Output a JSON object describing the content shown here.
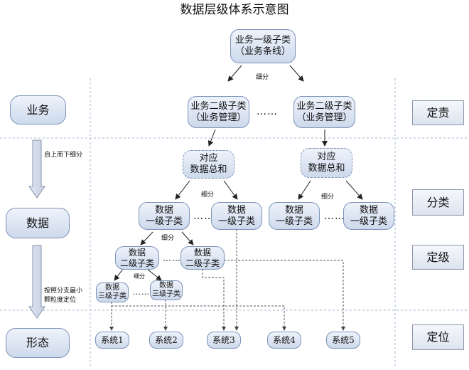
{
  "title": "数据层级体系示意图",
  "left_labels": {
    "business": "业务",
    "data": "数据",
    "form": "形态"
  },
  "left_annotations": {
    "top_down": "自上而下细分",
    "branch_line1": "按照分支最小",
    "branch_line2": "颗粒度定位"
  },
  "right_labels": {
    "duty": "定责",
    "classify": "分类",
    "grade": "定级",
    "locate": "定位"
  },
  "business_l1": {
    "line1": "业务一级子类",
    "line2": "（业务条线）"
  },
  "business_l2_left": {
    "line1": "业务二级子类",
    "line2": "（业务管理）"
  },
  "business_l2_right": {
    "line1": "业务二级子类",
    "line2": "（业务管理）"
  },
  "aggregate_left": {
    "line1": "对应",
    "line2": "数据总和"
  },
  "aggregate_right": {
    "line1": "对应",
    "line2": "数据总和"
  },
  "data_l1": {
    "line1": "数据",
    "line2": "一级子类"
  },
  "data_l2": {
    "line1": "数据",
    "line2": "二级子类"
  },
  "data_l3": {
    "line1": "数据",
    "line2": "三级子类"
  },
  "subdivide": "细分",
  "ellipsis": "……",
  "systems": [
    "系统1",
    "系统2",
    "系统3",
    "系统4",
    "系统5"
  ],
  "colors": {
    "box_border": "#7d93b8",
    "box_fill_top": "#eef3fb",
    "box_fill_bottom": "#cdd9ec",
    "divider": "#a9b4d6",
    "arrow": "#222222"
  }
}
